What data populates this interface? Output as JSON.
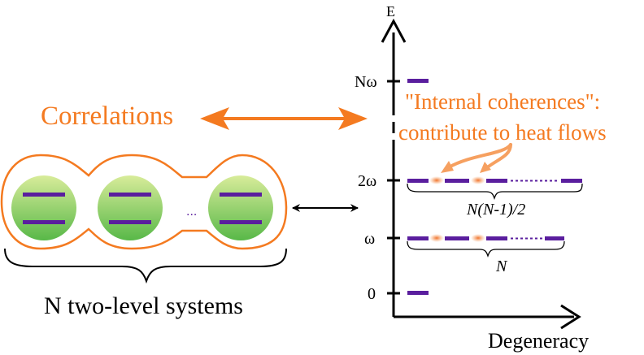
{
  "diagram": {
    "correlations_label": "Correlations",
    "internal_coherences_line1": "\"Internal coherences\":",
    "internal_coherences_line2": "contribute to heat flows",
    "systems_label": "N two-level systems",
    "dots": "...",
    "axis": {
      "y_label": "E",
      "x_label": "Degeneracy",
      "levels": [
        {
          "label": "0",
          "degeneracy": "1"
        },
        {
          "label": "ω",
          "degeneracy": "N"
        },
        {
          "label": "2ω",
          "degeneracy": "N(N-1)/2"
        },
        {
          "label": "Nω",
          "degeneracy": "1"
        }
      ]
    },
    "colors": {
      "orange": "#f47a20",
      "purple": "#5a1e9e",
      "green_top": "#d8ec9a",
      "green_bottom": "#58b848",
      "line": "#000000"
    }
  }
}
